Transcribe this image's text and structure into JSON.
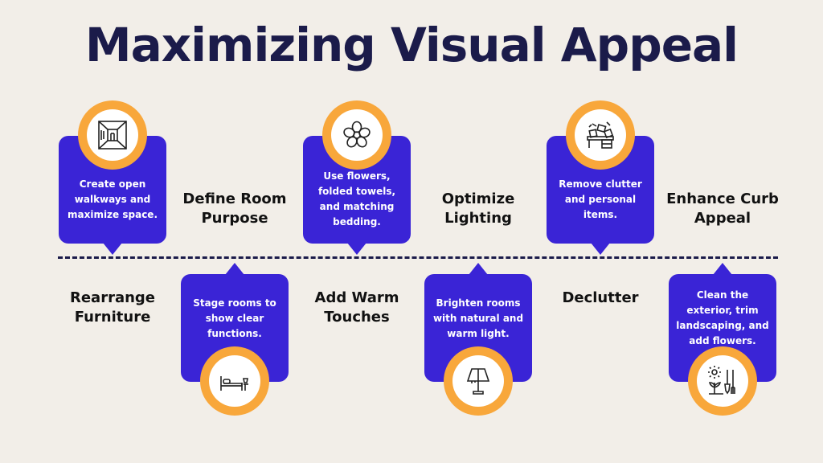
{
  "title": "Maximizing Visual Appeal",
  "steps": [
    {
      "label": "Rearrange Furniture",
      "description": "Create open walkways and maximize space.",
      "icon": "hallway-icon"
    },
    {
      "label": "Define Room Purpose",
      "description": "Stage rooms to show clear functions.",
      "icon": "bed-icon"
    },
    {
      "label": "Add Warm Touches",
      "description": "Use flowers, folded towels, and matching bedding.",
      "icon": "flower-icon"
    },
    {
      "label": "Optimize Lighting",
      "description": "Brighten rooms with natural and warm light.",
      "icon": "lamp-icon"
    },
    {
      "label": "Declutter",
      "description": "Remove clutter and personal items.",
      "icon": "cluttered-desk-icon"
    },
    {
      "label": "Enhance Curb Appeal",
      "description": "Clean the exterior, trim landscaping, and add flowers.",
      "icon": "gardening-icon"
    }
  ],
  "colors": {
    "background": "#f2eee8",
    "card": "#3a24d6",
    "badge_ring": "#f8a73b",
    "title": "#1b1b4a"
  }
}
